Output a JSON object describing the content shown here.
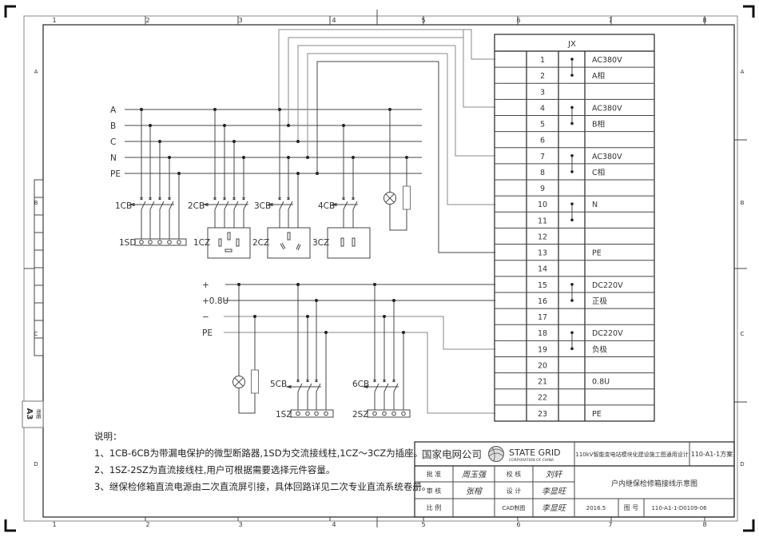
{
  "frame": {
    "column_labels": [
      "1",
      "2",
      "3",
      "4",
      "5",
      "6",
      "7",
      "8"
    ],
    "row_labels": [
      "A",
      "B",
      "C",
      "D"
    ],
    "sheet_size": "A3",
    "sheet_size_label": "图幅"
  },
  "ac_buses": [
    "A",
    "B",
    "C",
    "N",
    "PE"
  ],
  "dc_buses": [
    "+",
    "+0.8U",
    "−",
    "PE"
  ],
  "breakers": {
    "cb1": "1CB",
    "cb2": "2CB",
    "cb3": "3CB",
    "cb4": "4CB",
    "cb5": "5CB",
    "cb6": "6CB"
  },
  "terminals": {
    "sd1": "1SD",
    "cz1": "1CZ",
    "cz2": "2CZ",
    "cz3": "3CZ",
    "sz1": "1SZ",
    "sz2": "2SZ"
  },
  "terminal_block": {
    "title": "JX",
    "rows": [
      {
        "num": "1",
        "desc": "AC380V"
      },
      {
        "num": "2",
        "desc": "A相"
      },
      {
        "num": "3",
        "desc": ""
      },
      {
        "num": "4",
        "desc": "AC380V"
      },
      {
        "num": "5",
        "desc": "B相"
      },
      {
        "num": "6",
        "desc": ""
      },
      {
        "num": "7",
        "desc": "AC380V"
      },
      {
        "num": "8",
        "desc": "C相"
      },
      {
        "num": "9",
        "desc": ""
      },
      {
        "num": "10",
        "desc": "N"
      },
      {
        "num": "11",
        "desc": ""
      },
      {
        "num": "12",
        "desc": ""
      },
      {
        "num": "13",
        "desc": "PE"
      },
      {
        "num": "14",
        "desc": ""
      },
      {
        "num": "15",
        "desc": "DC220V"
      },
      {
        "num": "16",
        "desc": "正极"
      },
      {
        "num": "17",
        "desc": ""
      },
      {
        "num": "18",
        "desc": "DC220V"
      },
      {
        "num": "19",
        "desc": "负极"
      },
      {
        "num": "20",
        "desc": ""
      },
      {
        "num": "21",
        "desc": "0.8U"
      },
      {
        "num": "22",
        "desc": ""
      },
      {
        "num": "23",
        "desc": "PE"
      }
    ],
    "jumpers": [
      [
        1,
        2
      ],
      [
        4,
        5
      ],
      [
        7,
        8
      ],
      [
        10,
        11
      ],
      [
        15,
        16
      ],
      [
        18,
        19
      ]
    ]
  },
  "notes": {
    "title": "说明：",
    "items": [
      "1、1CB-6CB为带漏电保护的微型断路器,1SD为交流接线柱,1CZ～3CZ为插座。",
      "2、1SZ-2SZ为直流接线柱,用户可根据需要选择元件容量。",
      "3、继保检修箱直流电源由二次直流屏引接，具体回路详见二次专业直流系统卷册。"
    ]
  },
  "title_block": {
    "company_cn": "国家电网公司",
    "company_en": "STATE GRID",
    "company_en_sub": "CORPORATION OF CHINA",
    "project": "110kV智能变电站模块化建设施工图通用设计",
    "scheme": "110-A1-1方案",
    "approve_label": "批 准",
    "approve_sign": "周玉强",
    "check_label": "校 核",
    "check_sign": "刘轩",
    "review_label": "审 核",
    "review_sign": "张榕",
    "design_label": "设 计",
    "design_sign": "李显旺",
    "scale_label": "比 例",
    "scale_value": "",
    "cad_label": "CAD制图",
    "cad_sign": "李显旺",
    "drawing_title": "户内继保检修箱接线示意图",
    "date": "2016.5",
    "drawing_no_label": "图 号",
    "drawing_no": "110-A1-1-D0109-06"
  }
}
